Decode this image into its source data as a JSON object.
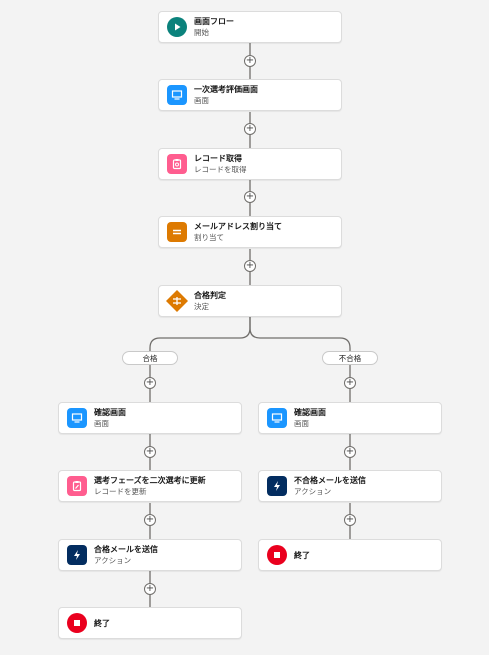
{
  "flow": {
    "start": {
      "title": "画面フロー",
      "sub": "開始"
    },
    "screen1": {
      "title": "一次選考評価画面",
      "sub": "画面"
    },
    "get_record": {
      "title": "レコード取得",
      "sub": "レコードを取得"
    },
    "assign": {
      "title": "メールアドレス割り当て",
      "sub": "割り当て"
    },
    "decision": {
      "title": "合格判定",
      "sub": "決定"
    },
    "branch_pass": {
      "label": "合格",
      "confirm": {
        "title": "確認画面",
        "sub": "画面"
      },
      "update": {
        "title": "選考フェーズを二次選考に更新",
        "sub": "レコードを更新"
      },
      "action": {
        "title": "合格メールを送信",
        "sub": "アクション"
      },
      "end": {
        "title": "終了"
      }
    },
    "branch_fail": {
      "label": "不合格",
      "confirm": {
        "title": "確認画面",
        "sub": "画面"
      },
      "action": {
        "title": "不合格メールを送信",
        "sub": "アクション"
      },
      "end": {
        "title": "終了"
      }
    },
    "plus_symbol": "+"
  },
  "colors": {
    "start": "#0b827c",
    "screen": "#1b96ff",
    "record": "#ff5d8f",
    "assign": "#dd7a01",
    "decision": "#dd7a01",
    "action": "#032d60",
    "end": "#ea001e"
  },
  "icons": {
    "start": "play-icon",
    "screen": "monitor-icon",
    "record": "clipboard-icon",
    "assign": "equals-icon",
    "decision": "decision-diamond-icon",
    "action": "bolt-icon",
    "end": "stop-icon"
  }
}
